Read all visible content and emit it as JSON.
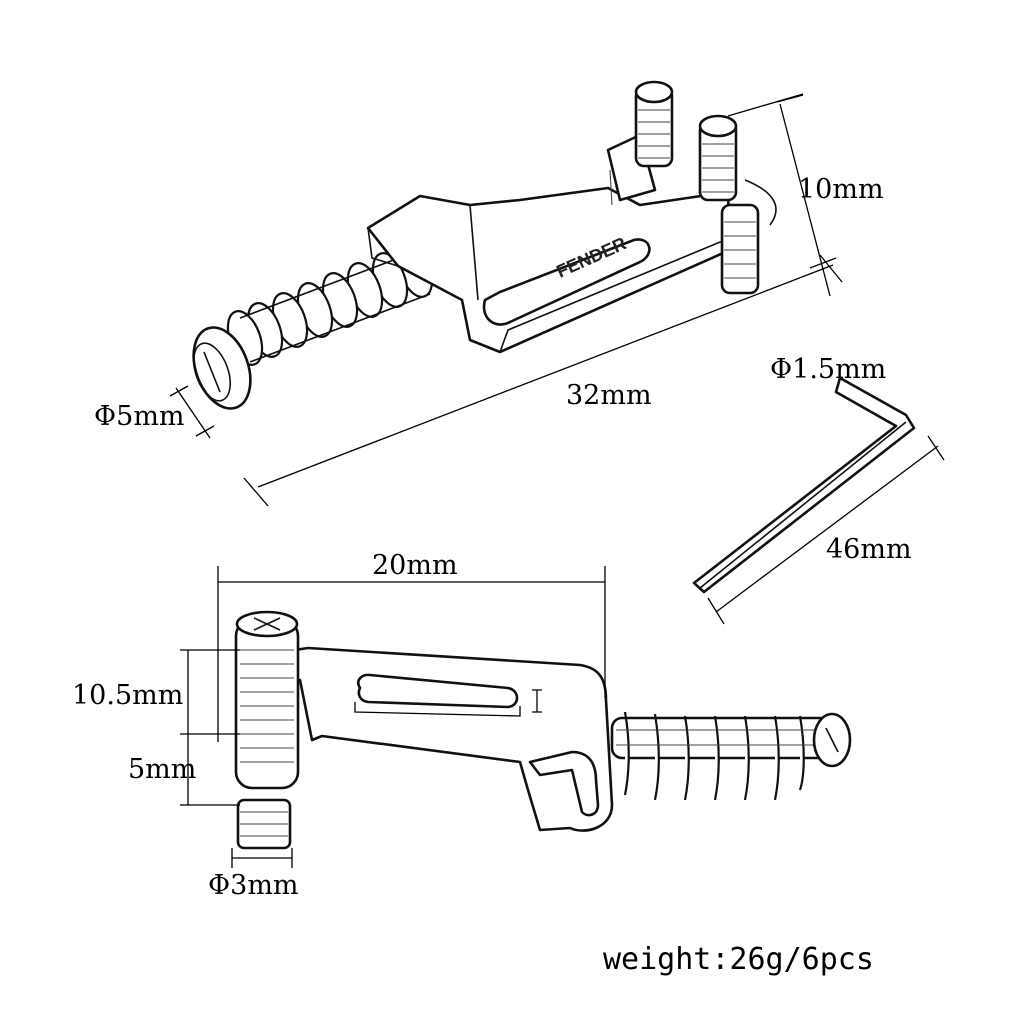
{
  "labels": {
    "dia_5": "Φ5mm",
    "len_32": "32mm",
    "height_10": "10mm",
    "dia_1_5": "Φ1.5mm",
    "len_46": "46mm",
    "len_20": "20mm",
    "height_10_5": "10.5mm",
    "height_5": "5mm",
    "dia_3": "Φ3mm"
  },
  "stamp_text": "FENDER",
  "weight": "weight:26g/6pcs"
}
